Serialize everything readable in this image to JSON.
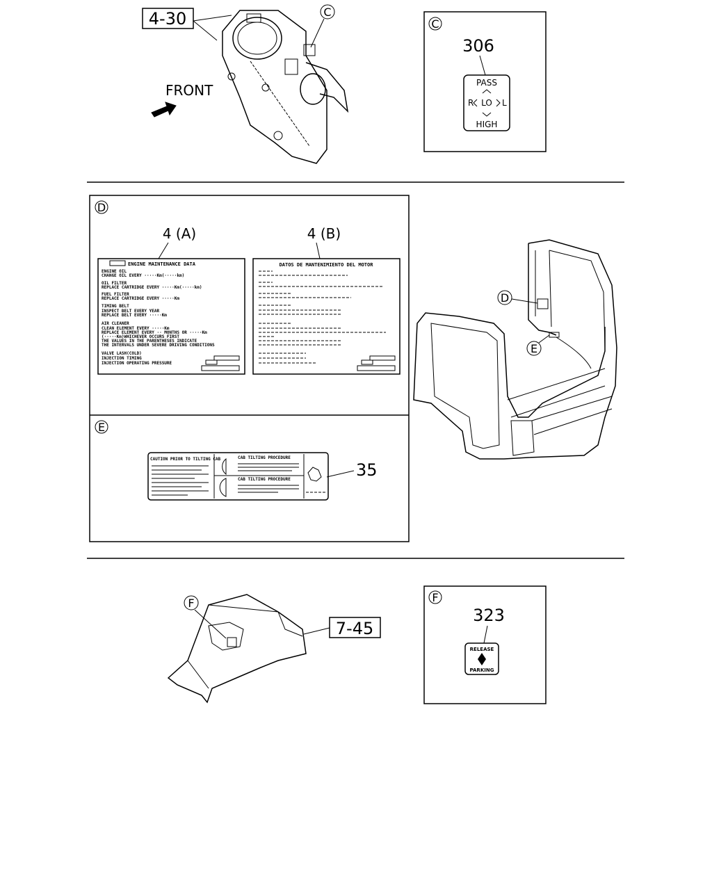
{
  "callouts": {
    "part_4_30": "4-30",
    "front": "FRONT",
    "detail_c_marker": "C",
    "part_306": "306",
    "part_4a": "4 (A)",
    "part_4b": "4 (B)",
    "detail_d_marker": "D",
    "detail_e_marker": "E",
    "part_35": "35",
    "detail_f_marker": "F",
    "part_7_45": "7-45",
    "part_323": "323"
  },
  "label_306": {
    "pass": "PASS",
    "lo": "LO",
    "r": "R",
    "l": "L",
    "high": "HIGH"
  },
  "label_323": {
    "release": "RELEASE",
    "parking": "PARKING"
  },
  "label_4a": {
    "title": "ENGINE MAINTENANCE DATA",
    "engine_oil": "ENGINE OIL",
    "change_oil": "CHANGE OIL EVERY ·····Km(·····km)",
    "oil_filter": "OIL FILTER",
    "replace_cart1": "REPLACE CARTRIDGE EVERY ·····Km(·····km)",
    "fuel_filter": "FUEL FILTER",
    "replace_cart2": "REPLACE CARTRIDGE EVERY ·····Km",
    "timing_belt": "TIMING BELT",
    "inspect_belt": "INSPECT BELT EVERY YEAR",
    "replace_belt": "REPLACE BELT EVERY ·····Km",
    "air_cleaner": "AIR CLEANER",
    "clean_element": "CLEAN ELEMENT EVERY ·····Km",
    "replace_element": "REPLACE ELEMENT EVERY ·· MONTHS OR ·····Km",
    "whichever": "(·····Km)WHICHEVER OCCURS FIRST",
    "values_paren": "THE VALUES IN THE PARENTHESES INDICATE",
    "intervals": "THE INTERVALS UNDER SEVERE DRIVING CONDITIONS",
    "valve_lash": "VALVE LASH(COLD)",
    "injection_timing": "INJECTION TIMING",
    "injection_pressure": "INJECTION OPERATING PRESSURE"
  },
  "label_4b": {
    "title": "DATOS DE MANTENIMIENTO DEL MOTOR"
  },
  "label_35": {
    "caution": "CAUTION PRIOR TO TILTING CAB",
    "cab_tilting1": "CAB TILTING PROCEDURE",
    "cab_tilting2": "CAB TILTING PROCEDURE"
  }
}
